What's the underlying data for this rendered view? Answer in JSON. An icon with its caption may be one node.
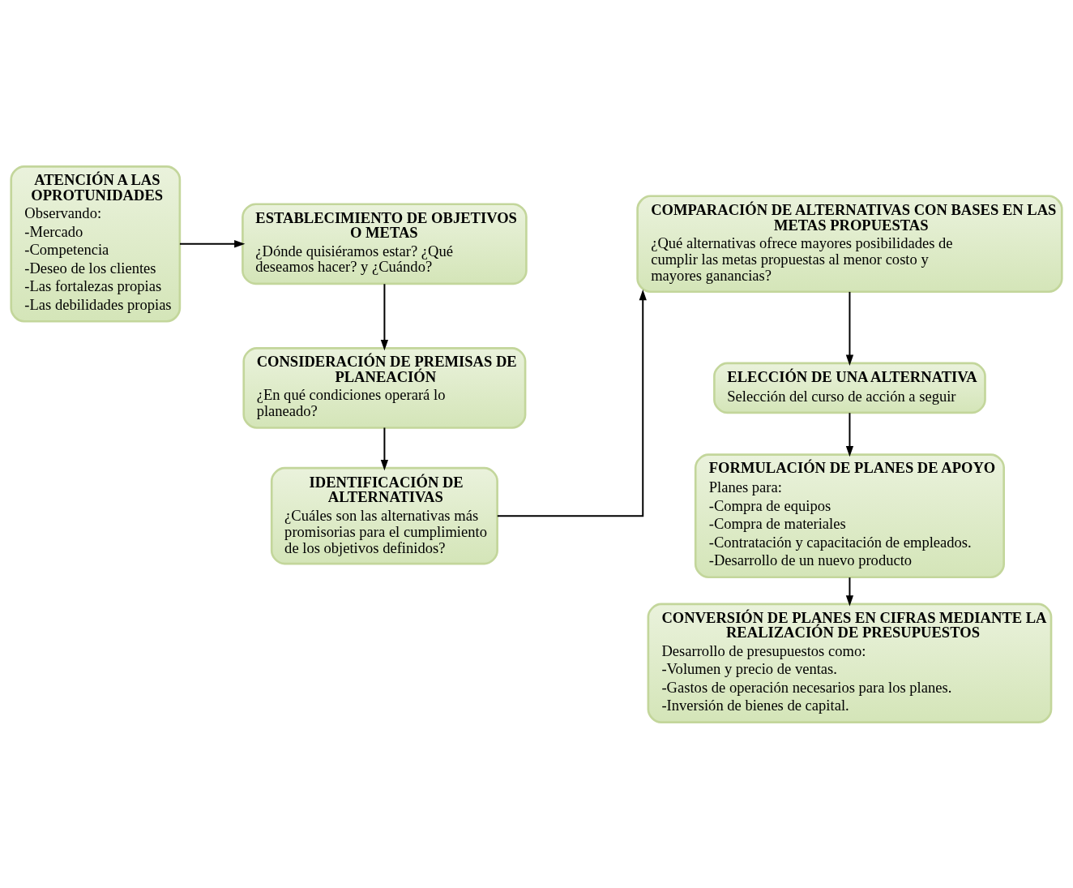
{
  "diagram": {
    "nodes": [
      {
        "text": [
          "ATENCIÓN A LAS OPROTUNIDADES",
          "Observando:",
          "-Mercado",
          "-Competencia",
          "-Deseo de los clientes",
          "-Las fortalezas propias",
          "-Las debilidades propias"
        ]
      },
      {
        "text": [
          "ESTABLECIMIENTO DE OBJETIVOS O METAS",
          "¿Dónde quisiéramos estar? ¿Qué deseamos hacer? y ¿Cuándo?"
        ]
      },
      {
        "text": [
          "CONSIDERACIÓN DE PREMISAS DE PLANEACIÓN",
          "¿En qué condiciones operará lo planeado?"
        ]
      },
      {
        "text": [
          "IDENTIFICACIÓN DE ALTERNATIVAS",
          "¿Cuáles son las alternativas más promisorias para el cumplimiento de los objetivos definidos?"
        ]
      },
      {
        "text": [
          "COMPARACIÓN DE ALTERNATIVAS CON BASES EN LAS METAS PROPUESTAS",
          "¿Qué alternativas ofrece mayores posibilidades de cumplir las metas propuestas al menor costo y mayores ganancias?"
        ]
      },
      {
        "text": [
          "ELECCIÓN DE UNA ALTERNATIVA",
          "Selección del curso de acción a seguir"
        ]
      },
      {
        "text": [
          "FORMULACIÓN DE PLANES DE APOYO",
          "Planes para:",
          "-Compra de equipos",
          "-Compra de materiales",
          "-Contratación y capacitación de empleados.",
          "-Desarrollo de un nuevo producto"
        ]
      },
      {
        "text": [
          "CONVERSIÓN DE PLANES EN CIFRAS MEDIANTE LA REALIZACIÓN DE PRESUPUESTOS",
          "Desarrollo de presupuestos como:",
          "-Volumen y precio de ventas.",
          "-Gastos de operación necesarios para los planes.",
          "-Inversión de bienes de capital."
        ]
      }
    ],
    "edges": [
      {
        "from": 0,
        "to": 1,
        "arrow": "to"
      },
      {
        "from": 1,
        "to": 2,
        "arrow": "to"
      },
      {
        "from": 2,
        "to": 3,
        "arrow": "to"
      },
      {
        "from": 3,
        "to": 4,
        "arrow": "to"
      },
      {
        "from": 4,
        "to": 5,
        "arrow": "to"
      },
      {
        "from": 5,
        "to": 6,
        "arrow": "to"
      },
      {
        "from": 6,
        "to": 7,
        "arrow": "to"
      }
    ]
  }
}
